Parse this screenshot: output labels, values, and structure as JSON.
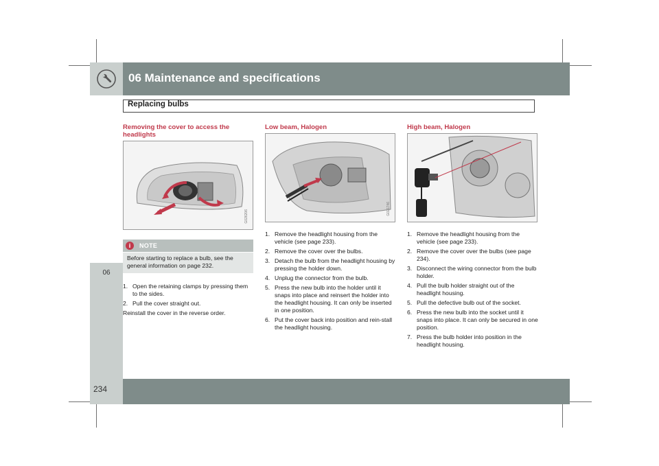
{
  "chapter": {
    "title": "06 Maintenance and specifications",
    "icon": "wrench-icon"
  },
  "section": {
    "title": "Replacing bulbs"
  },
  "side_tab": {
    "label": "06"
  },
  "footer": {
    "page_number": "234"
  },
  "colors": {
    "band": "#7f8c8a",
    "tab": "#c9cfcd",
    "heading": "#c0394b"
  },
  "col1": {
    "heading": "Removing the cover to access the headlights",
    "figure_code": "G026206",
    "note": {
      "title": "NOTE",
      "text": "Before starting to replace a bulb, see the general information on page 232."
    },
    "steps": [
      {
        "n": "1.",
        "text": "Open the retaining clamps by pressing them to the sides."
      },
      {
        "n": "2.",
        "text": "Pull the cover straight out."
      }
    ],
    "closing": "Reinstall the cover in the reverse order."
  },
  "col2": {
    "heading": "Low beam, Halogen",
    "figure_code": "G021746",
    "steps": [
      {
        "n": "1.",
        "text": "Remove the headlight housing from the vehicle (see page 233)."
      },
      {
        "n": "2.",
        "text": "Remove the cover over the bulbs."
      },
      {
        "n": "3.",
        "text": "Detach the bulb from the headlight housing by pressing the holder down."
      },
      {
        "n": "4.",
        "text": "Unplug the connector from the bulb."
      },
      {
        "n": "5.",
        "text": "Press the new bulb into the holder until it snaps into place and reinsert the holder into the headlight housing. It can only be inserted in one position."
      },
      {
        "n": "6.",
        "text": "Put the cover back into position and rein-stall the headlight housing."
      }
    ]
  },
  "col3": {
    "heading": "High beam, Halogen",
    "steps": [
      {
        "n": "1.",
        "text": "Remove the headlight housing from the vehicle (see page 233)."
      },
      {
        "n": "2.",
        "text": "Remove the cover over the bulbs (see page 234)."
      },
      {
        "n": "3.",
        "text": "Disconnect the wiring connector from the bulb holder."
      },
      {
        "n": "4.",
        "text": "Pull the bulb holder straight out of the headlight housing."
      },
      {
        "n": "5.",
        "text": "Pull the defective bulb out of the socket."
      },
      {
        "n": "6.",
        "text": "Press the new bulb into the socket until it snaps into place. It can only be secured in one position."
      },
      {
        "n": "7.",
        "text": "Press the bulb holder into position in the headlight housing."
      }
    ]
  }
}
